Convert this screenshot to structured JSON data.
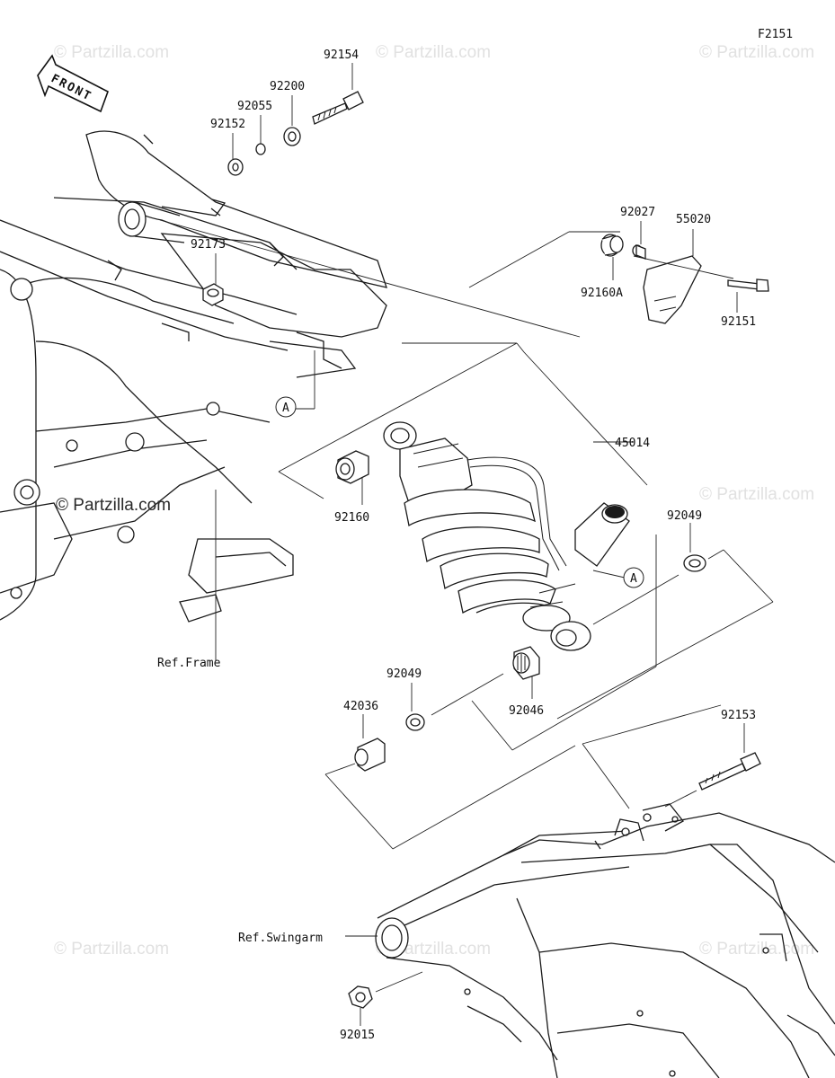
{
  "figure_code": "F2151",
  "front_label": "FRONT",
  "watermark": "© Partzilla.com",
  "callout_letter": "A",
  "refs": {
    "frame": "Ref.Frame",
    "swingarm": "Ref.Swingarm"
  },
  "parts": {
    "p92154": "92154",
    "p92200": "92200",
    "p92055": "92055",
    "p92152": "92152",
    "p92173": "92173",
    "p92027": "92027",
    "p55020": "55020",
    "p92160A": "92160A",
    "p92151": "92151",
    "p45014": "45014",
    "p92160": "92160",
    "p92049_right": "92049",
    "p92049_left": "92049",
    "p92046": "92046",
    "p42036": "42036",
    "p92153": "92153",
    "p92015": "92015"
  }
}
